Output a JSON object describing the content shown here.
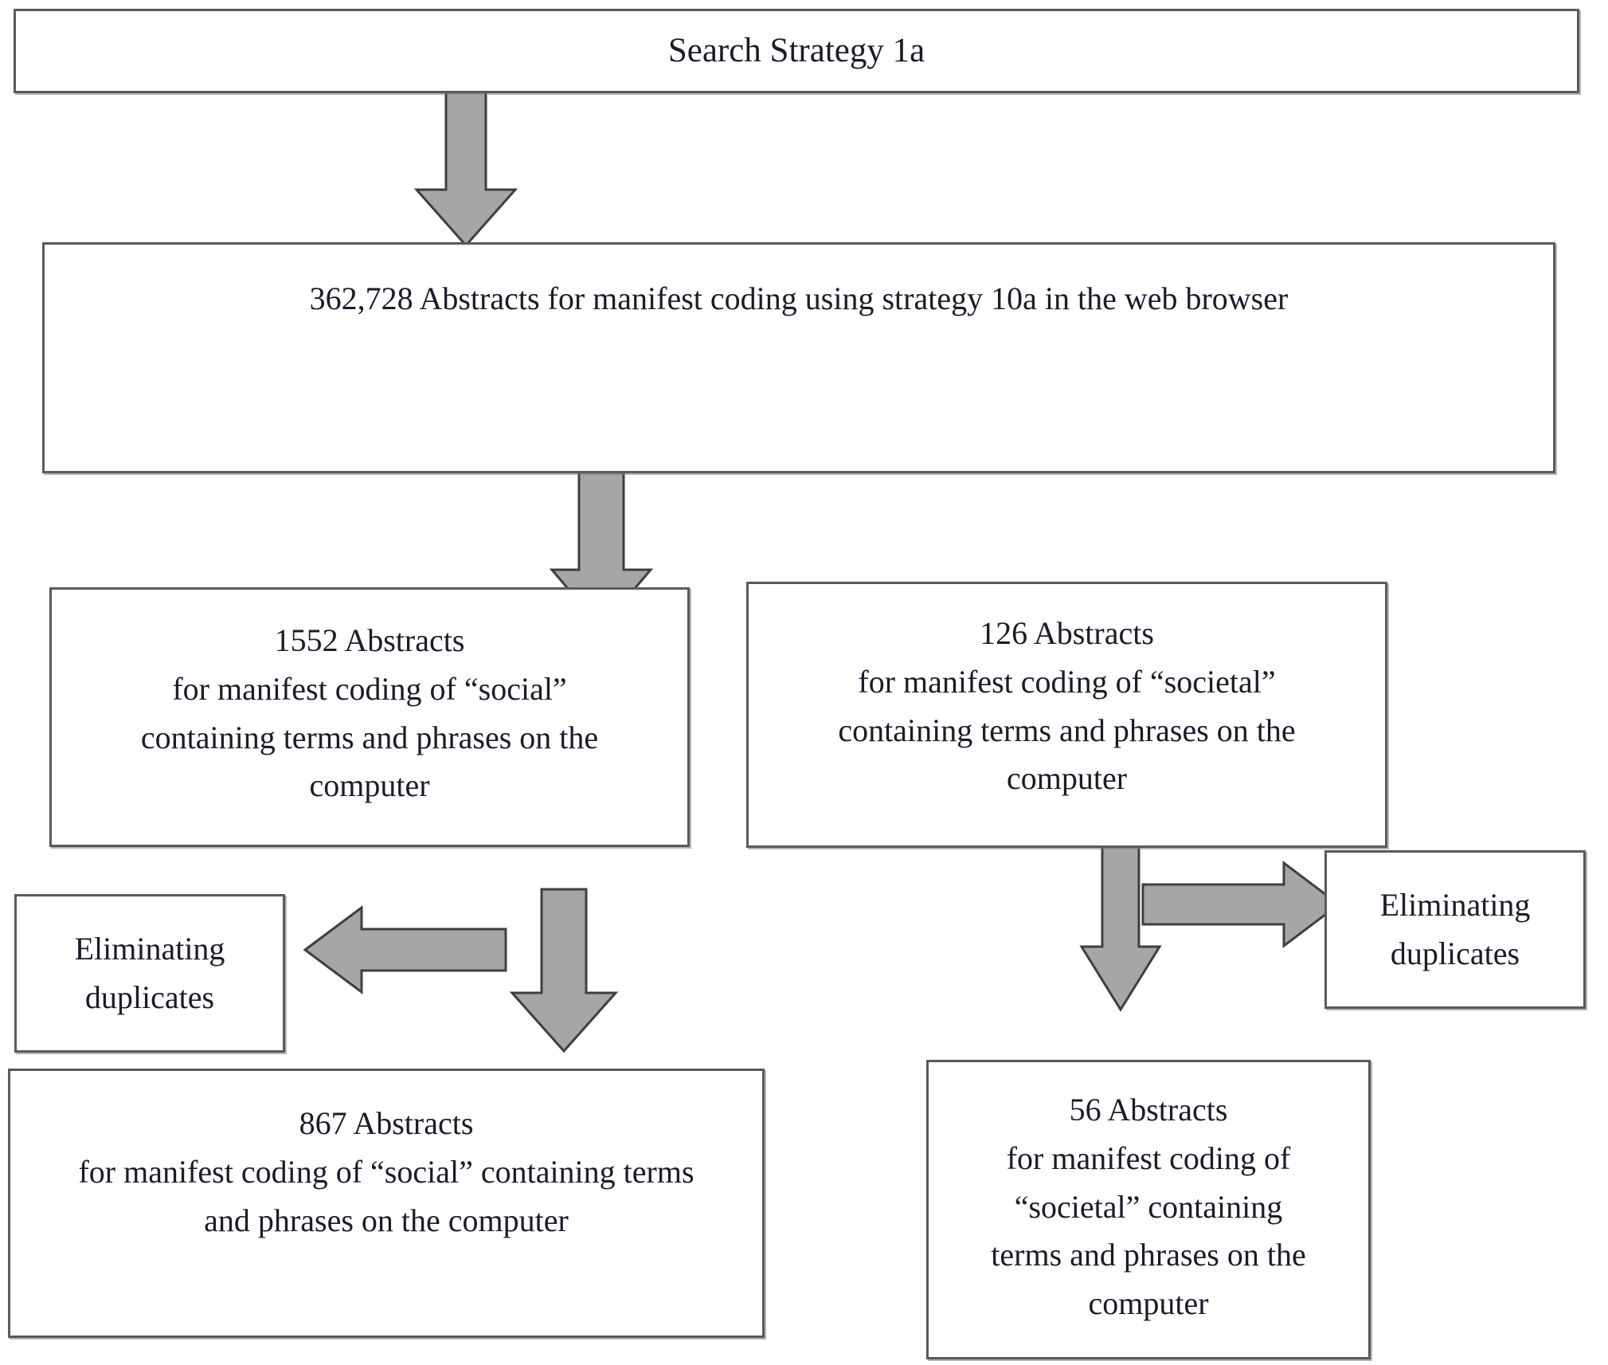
{
  "diagram": {
    "title": "Search Strategy 1a flowchart",
    "colors": {
      "box_border": "#5a5a5a",
      "arrow_fill": "#a6a6a6",
      "arrow_stroke": "#3f3f3f",
      "text": "#1b1b2b",
      "background": "#ffffff"
    },
    "nodes": {
      "search_strategy": {
        "label": "Search Strategy 1a"
      },
      "abstracts_total": {
        "label": "362,728 Abstracts for manifest coding using strategy 10a in the web browser",
        "count": "362,728"
      },
      "social_1552": {
        "label": "1552 Abstracts\nfor manifest coding of “social”\ncontaining terms and phrases on the\ncomputer",
        "count": "1552"
      },
      "societal_126": {
        "label": "126 Abstracts\nfor manifest coding of “societal”\ncontaining terms and phrases on the\ncomputer",
        "count": "126"
      },
      "eliminating_duplicates_left": {
        "label": "Eliminating\nduplicates"
      },
      "eliminating_duplicates_right": {
        "label": "Eliminating\nduplicates"
      },
      "social_867": {
        "label": "867 Abstracts\nfor manifest coding of “social” containing terms\nand phrases on the computer",
        "count": "867"
      },
      "societal_56": {
        "label": "56 Abstracts\nfor manifest coding of\n“societal” containing\nterms and phrases on the\ncomputer",
        "count": "56"
      }
    },
    "arrows": [
      {
        "name": "arrow-top-down",
        "direction": "down",
        "from": "search_strategy",
        "to": "abstracts_total"
      },
      {
        "name": "arrow-total-down",
        "direction": "down",
        "from": "abstracts_total",
        "to": "social_1552"
      },
      {
        "name": "arrow-social-down",
        "direction": "down",
        "from": "social_1552",
        "to": "social_867"
      },
      {
        "name": "arrow-elim-left",
        "direction": "left",
        "from": "social_1552",
        "to": "eliminating_duplicates_left"
      },
      {
        "name": "arrow-societal-down",
        "direction": "down",
        "from": "societal_126",
        "to": "societal_56"
      },
      {
        "name": "arrow-elim-right",
        "direction": "right",
        "from": "societal_126",
        "to": "eliminating_duplicates_right"
      }
    ]
  }
}
